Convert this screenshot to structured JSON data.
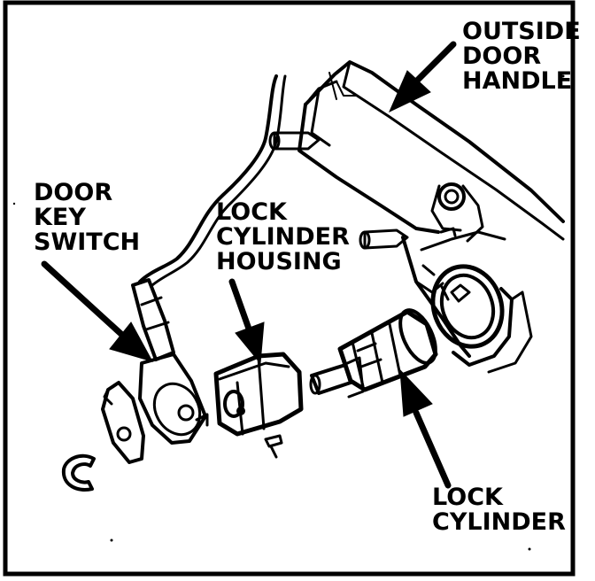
{
  "callouts": {
    "outside_door_handle": [
      "OUTSIDE",
      "DOOR",
      "HANDLE"
    ],
    "door_key_switch": [
      "DOOR",
      "KEY",
      "SWITCH"
    ],
    "lock_cylinder_housing": [
      "LOCK",
      "CYLINDER",
      "HOUSING"
    ],
    "lock_cylinder": [
      "LOCK",
      "CYLINDER"
    ]
  }
}
